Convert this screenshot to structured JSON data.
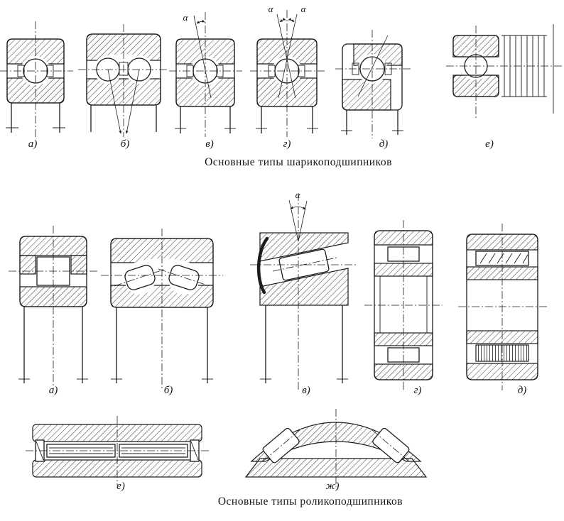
{
  "colors": {
    "ink": "#1c1c1c",
    "background": "#ffffff"
  },
  "symbols": {
    "alpha": "α"
  },
  "ball_bearings": {
    "caption": "Основные типы шарикоподшипников",
    "labels": {
      "a": "а)",
      "b": "б)",
      "v": "в)",
      "g": "г)",
      "d": "д)",
      "e": "е)"
    }
  },
  "roller_bearings": {
    "caption": "Основные типы роликоподшипников",
    "labels": {
      "a": "а)",
      "b": "б)",
      "v": "в)",
      "g": "г)",
      "d": "д)",
      "e": "е)",
      "zh": "ж)"
    }
  }
}
